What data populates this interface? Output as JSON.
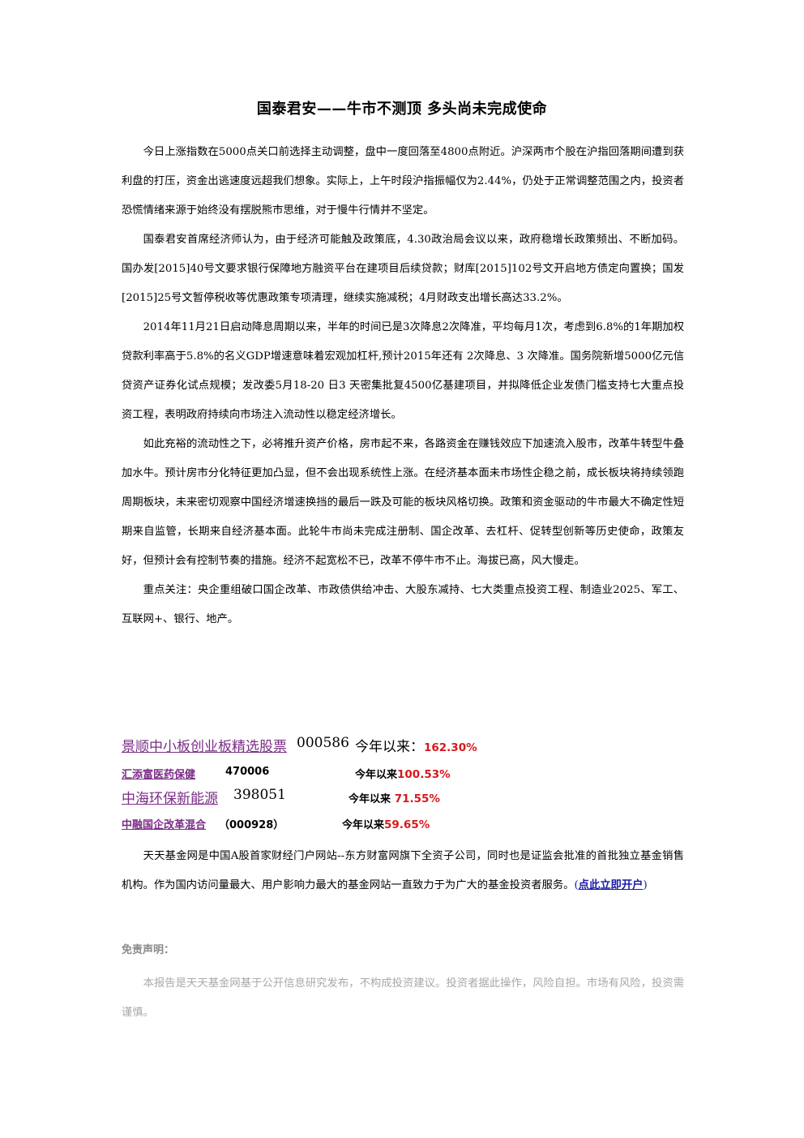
{
  "title": "国泰君安——牛市不测顶 多头尚未完成使命",
  "paragraphs": [
    "今日上涨指数在5000点关口前选择主动调整，盘中一度回落至4800点附近。沪深两市个股在沪指回落期间遭到获利盘的打压，资金出逃速度远超我们想象。实际上，上午时段沪指振幅仅为2.44%，仍处于正常调整范围之内，投资者恐慌情绪来源于始终没有摆脱熊市思维，对于慢牛行情并不坚定。",
    "国泰君安首席经济师认为，由于经济可能触及政策底，4.30政治局会议以来，政府稳增长政策频出、不断加码。 国办发[2015]40号文要求银行保障地方融资平台在建项目后续贷款；财库[2015]102号文开启地方债定向置换；国发[2015]25号文暂停税收等优惠政策专项清理，继续实施减税；4月财政支出增长高达33.2%。",
    "2014年11月21日启动降息周期以来，半年的时间已是3次降息2次降准，平均每月1次，考虑到6.8%的1年期加权贷款利率高于5.8%的名义GDP增速意味着宏观加杠杆,预计2015年还有 2次降息、3 次降准。国务院新增5000亿元信贷资产证券化试点规模；发改委5月18-20 日3 天密集批复4500亿基建项目，并拟降低企业发债门槛支持七大重点投资工程，表明政府持续向市场注入流动性以稳定经济增长。",
    "如此充裕的流动性之下，必将推升资产价格，房市起不来，各路资金在赚钱效应下加速流入股市，改革牛转型牛叠加水牛。预计房市分化特征更加凸显，但不会出现系统性上涨。在经济基本面未市场性企稳之前，成长板块将持续领跑周期板块，未来密切观察中国经济增速换挡的最后一跌及可能的板块风格切换。政策和资金驱动的牛市最大不确定性短期来自监管，长期来自经济基本面。此轮牛市尚未完成注册制、国企改革、去杠杆、促转型创新等历史使命，政策友好，但预计会有控制节奏的措施。经济不起宽松不已，改革不停牛市不止。海拔已高，风大慢走。",
    "重点关注：央企重组破口国企改革、市政债供给冲击、大股东减持、七大类重点投资工程、制造业2025、军工、互联网+、银行、地产。"
  ],
  "funds": [
    {
      "name": "景顺中小板创业板精选股票",
      "code": "000586",
      "perf_label": "今年以来：",
      "perf_value": "162.30%"
    },
    {
      "name": "汇添富医药保健",
      "code": "470006",
      "perf_label": "今年以来",
      "perf_value": "100.53%"
    },
    {
      "name": "中海环保新能源",
      "code": "398051",
      "perf_label": "今年以来",
      "perf_value": " 71.55%"
    },
    {
      "name": "中融国企改革混合",
      "code": "（000928）",
      "perf_label": "今年以来",
      "perf_value": "59.65%"
    }
  ],
  "intro": {
    "text": "天天基金网是中国A股首家财经门户网站--东方财富网旗下全资子公司，同时也是证监会批准的首批独立基金销售机构。作为国内访问量最大、用户影响力最大的基金网站一直致力于为广大的基金投资者服务。",
    "paren_open": "(",
    "link_label": "点此立即开户",
    "paren_close": ")"
  },
  "disclaimer": {
    "title": "免责声明：",
    "text": "本报告是天天基金网基于公开信息研究发布，不构成投资建议。投资者据此操作，风险自担。市场有风险，投资需谨慎。"
  },
  "colors": {
    "fund_link": "#7a2d86",
    "percent": "#d7191c",
    "open_link": "#1a1aa8",
    "disclaimer_text": "#a8a8a8"
  }
}
